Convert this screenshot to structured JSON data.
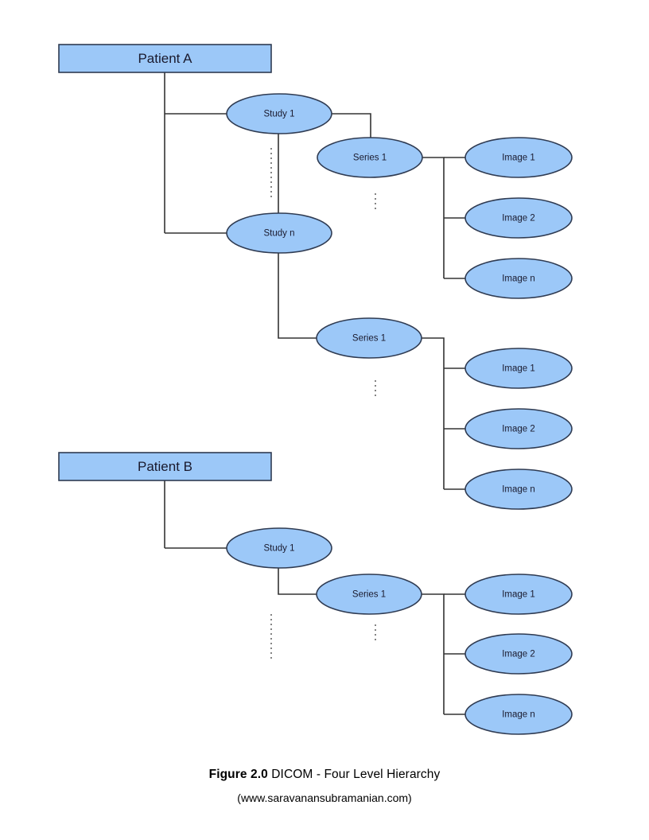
{
  "figure": {
    "caption_prefix": "Figure 2.0",
    "caption_title": " DICOM - Four Level Hierarchy",
    "caption_source": "(www.saravanansubramanian.com)"
  },
  "colors": {
    "node_fill": "#9CC8F8",
    "node_stroke": "#2F3B52",
    "connector": "#333333",
    "dotted": "#777777",
    "background": "#FFFFFF",
    "text": "#1A1A2E"
  },
  "hierarchy": {
    "levels": [
      "Patient",
      "Study",
      "Series",
      "Image"
    ],
    "patients": [
      {
        "label": "Patient A",
        "studies": [
          {
            "label": "Study 1",
            "series": [
              {
                "label": "Series 1",
                "images": [
                  "Image 1",
                  "Image 2",
                  "Image n"
                ]
              }
            ]
          },
          {
            "label": "Study n",
            "series": [
              {
                "label": "Series 1",
                "images": [
                  "Image 1",
                  "Image 2",
                  "Image n"
                ]
              }
            ]
          }
        ]
      },
      {
        "label": "Patient B",
        "studies": [
          {
            "label": "Study 1",
            "series": [
              {
                "label": "Series 1",
                "images": [
                  "Image 1",
                  "Image 2",
                  "Image n"
                ]
              }
            ]
          }
        ]
      }
    ]
  },
  "nodes": {
    "patient_a": "Patient A",
    "patient_b": "Patient B",
    "a_study_1": "Study 1",
    "a_study_n": "Study n",
    "a_s1_series_1": "Series 1",
    "a_s1_image_1": "Image 1",
    "a_s1_image_2": "Image 2",
    "a_s1_image_n": "Image n",
    "a_sn_series_1": "Series 1",
    "a_sn_image_1": "Image 1",
    "a_sn_image_2": "Image 2",
    "a_sn_image_n": "Image n",
    "b_study_1": "Study 1",
    "b_s1_series_1": "Series 1",
    "b_s1_image_1": "Image 1",
    "b_s1_image_2": "Image 2",
    "b_s1_image_n": "Image n"
  }
}
